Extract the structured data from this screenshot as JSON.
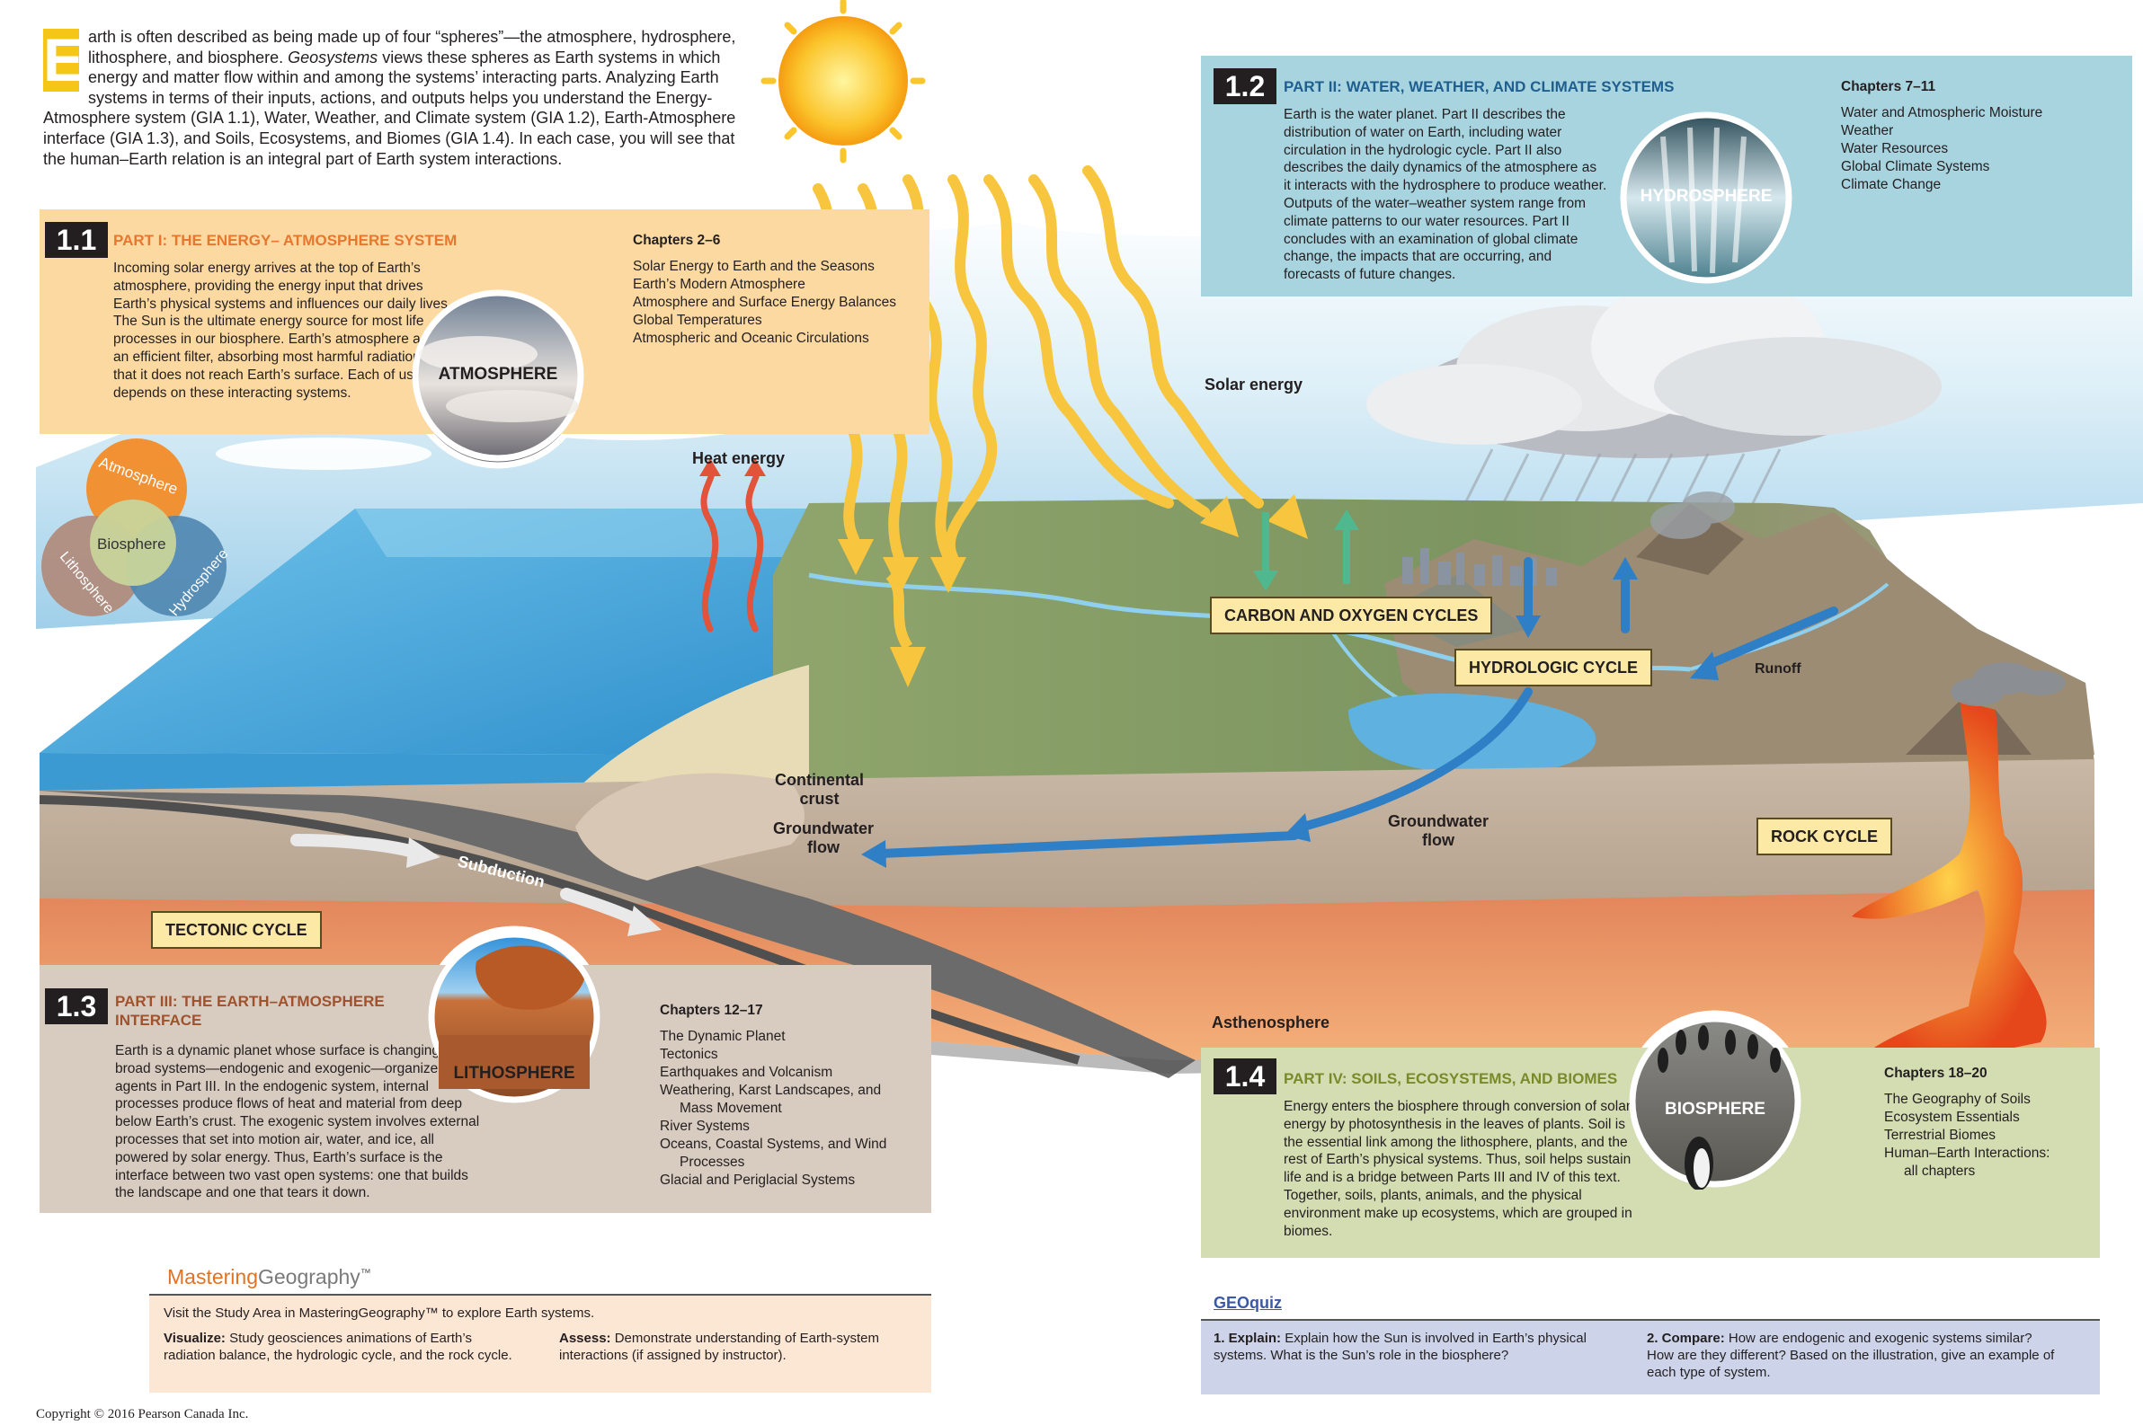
{
  "intro": {
    "dropcap": "E",
    "text_a": "arth is often described as being made up of four “spheres”—the atmosphere, hydrosphere, lithosphere, and biosphere. ",
    "text_em": "Geosystems",
    "text_b": " views these spheres as Earth systems in which energy and matter flow within and among the systems’ interacting parts. Analyzing Earth systems in terms of their inputs, actions, and outputs helps you understand the Energy-Atmosphere system (GIA 1.1), Water, Weather, and Climate system (GIA 1.2), Earth-Atmosphere interface (GIA 1.3), and Soils, Ecosystems, and Biomes (GIA 1.4). In each case, you will see that the human–Earth relation is an integral part of Earth system interactions."
  },
  "panels": {
    "p11": {
      "badge": "1.1",
      "title": "PART I: THE ENERGY– ATMOSPHERE SYSTEM",
      "body": "Incoming solar energy arrives at the top of Earth’s atmosphere, providing the energy input that drives Earth’s physical systems and influences our daily lives. The Sun is the ultimate energy source for most life processes in our biosphere. Earth’s atmosphere acts as an efficient filter, absorbing most harmful radiation so that it does not reach Earth’s surface. Each of us depends on these interacting systems.",
      "orb": "ATMOSPHERE",
      "chapters_heading": "Chapters 2–6",
      "chapters": [
        "Solar Energy to Earth and the Seasons",
        "Earth’s Modern Atmosphere",
        "Atmosphere and Surface Energy Balances",
        "Global Temperatures",
        "Atmospheric and Oceanic Circulations"
      ]
    },
    "p12": {
      "badge": "1.2",
      "title": "PART II: WATER, WEATHER, AND CLIMATE SYSTEMS",
      "body": "Earth is the water planet. Part II describes the distribution of water on Earth, including water circulation in the hydrologic cycle. Part II also describes the daily dynamics of the atmosphere as it interacts with the hydrosphere to produce weather. Outputs of the water–weather system range from climate patterns to our water resources. Part II concludes with an examination of global climate change, the impacts that are occurring, and forecasts of future changes.",
      "orb": "HYDROSPHERE",
      "chapters_heading": "Chapters 7–11",
      "chapters": [
        "Water and Atmospheric Moisture",
        "Weather",
        "Water Resources",
        "Global Climate Systems",
        "Climate Change"
      ]
    },
    "p13": {
      "badge": "1.3",
      "title_1": "PART III: THE EARTH–ATMOSPHERE",
      "title_2": "INTERFACE",
      "body": "Earth is a dynamic planet whose surface is changing. Two broad systems—endogenic and exogenic—organize these agents in Part III. In the endogenic system, internal processes produce flows of heat and material from deep below Earth’s crust. The exogenic system involves external processes that set into motion air, water, and ice, all powered by solar energy. Thus, Earth’s surface is the interface between two vast open systems: one that builds the landscape and one that tears it down.",
      "orb": "LITHOSPHERE",
      "chapters_heading": "Chapters 12–17",
      "chapters": [
        "The Dynamic Planet",
        "Tectonics",
        "Earthquakes and Volcanism",
        "Weathering, Karst Landscapes, and",
        "Mass Movement",
        "River Systems",
        "Oceans, Coastal Systems, and Wind",
        "Processes",
        "Glacial and Periglacial Systems"
      ]
    },
    "p14": {
      "badge": "1.4",
      "title": "PART IV: SOILS, ECOSYSTEMS, AND BIOMES",
      "body": "Energy enters the biosphere through conversion of solar energy by photosynthesis in the leaves of plants. Soil is the essential link among the lithosphere, plants, and the rest of Earth’s physical systems. Thus, soil helps sustain life and is a bridge between Parts III and IV of this text. Together, soils, plants, animals, and the physical environment make up ecosystems, which are grouped in biomes.",
      "orb": "BIOSPHERE",
      "chapters_heading": "Chapters 18–20",
      "chapters": [
        "The Geography of Soils",
        "Ecosystem Essentials",
        "Terrestrial Biomes",
        "Human–Earth Interactions:",
        "all chapters"
      ]
    }
  },
  "venn": {
    "top": "Atmosphere",
    "center": "Biosphere",
    "left": "Lithosphere",
    "right": "Hydrosphere"
  },
  "cycles": {
    "carbon": "CARBON AND OXYGEN CYCLES",
    "hydrologic": "HYDROLOGIC CYCLE",
    "rock": "ROCK CYCLE",
    "tectonic": "TECTONIC CYCLE"
  },
  "labels": {
    "solar": "Solar energy",
    "heat": "Heat energy",
    "runoff": "Runoff",
    "continental_1": "Continental",
    "continental_2": "crust",
    "gw_left_1": "Groundwater",
    "gw_left_2": "flow",
    "gw_right_1": "Groundwater",
    "gw_right_2": "flow",
    "subduction": "Subduction",
    "asthenosphere": "Asthenosphere"
  },
  "mastering": {
    "title_a": "Mastering",
    "title_b": "Geography",
    "tm": "™",
    "intro": "Visit the Study Area in MasteringGeography™ to explore Earth systems.",
    "visualize_label": "Visualize:",
    "visualize_text": " Study geosciences animations of Earth’s radiation balance, the hydrologic cycle, and the rock cycle.",
    "assess_label": "Assess:",
    "assess_text": " Demonstrate understanding of Earth-system interactions (if assigned by instructor)."
  },
  "geoquiz": {
    "title": "GEOquiz",
    "q1_label": "1. Explain:",
    "q1_text": " Explain how the Sun is involved in Earth’s physical systems. What is the Sun’s role in the biosphere?",
    "q2_label": "2. Compare:",
    "q2_text": " How are endogenic and exogenic systems similar? How are they different? Based on the illustration, give an example of each type of system."
  },
  "copyright": "Copyright © 2016 Pearson Canada Inc."
}
